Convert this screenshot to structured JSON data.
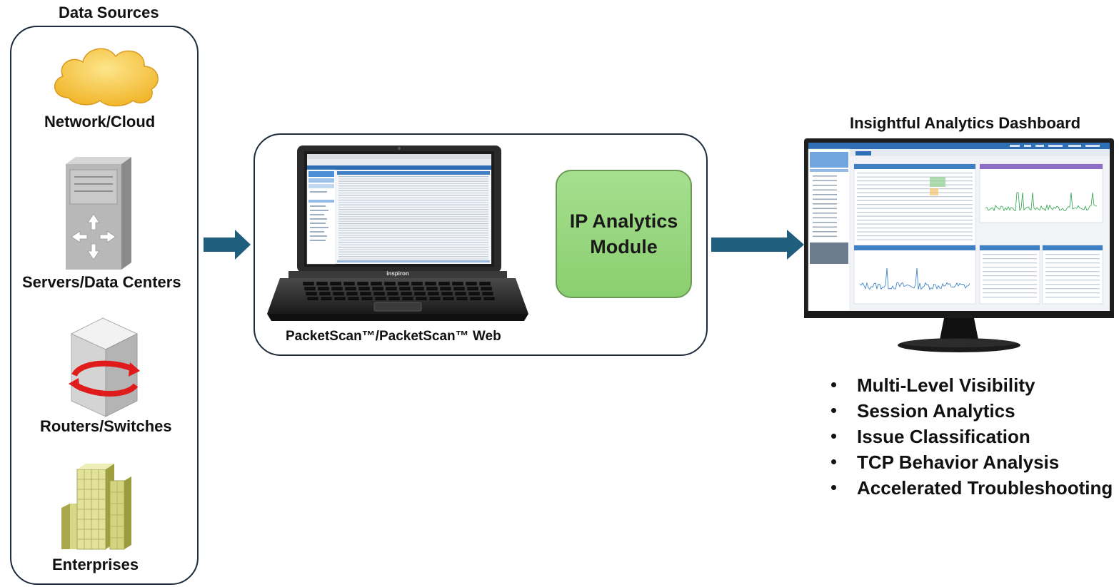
{
  "sources": {
    "title": "Data Sources",
    "items": [
      {
        "label": "Network/Cloud",
        "icon": "cloud-icon"
      },
      {
        "label": "Servers/Data Centers",
        "icon": "server-icon"
      },
      {
        "label": "Routers/Switches",
        "icon": "router-icon"
      },
      {
        "label": "Enterprises",
        "icon": "building-icon"
      }
    ]
  },
  "middle": {
    "laptop_caption": "PacketScan™/PacketScan™ Web",
    "laptop_brand": "inspiron",
    "module_label": "IP Analytics Module"
  },
  "dashboard": {
    "title": "Insightful Analytics Dashboard",
    "features": [
      "Multi-Level Visibility",
      "Session Analytics",
      "Issue Classification",
      "TCP Behavior Analysis",
      "Accelerated Troubleshooting"
    ]
  },
  "colors": {
    "arrow": "#1f5f7d",
    "border": "#1d2b3a",
    "module_fill": "#98d87e",
    "cloud": "#f6c342"
  }
}
